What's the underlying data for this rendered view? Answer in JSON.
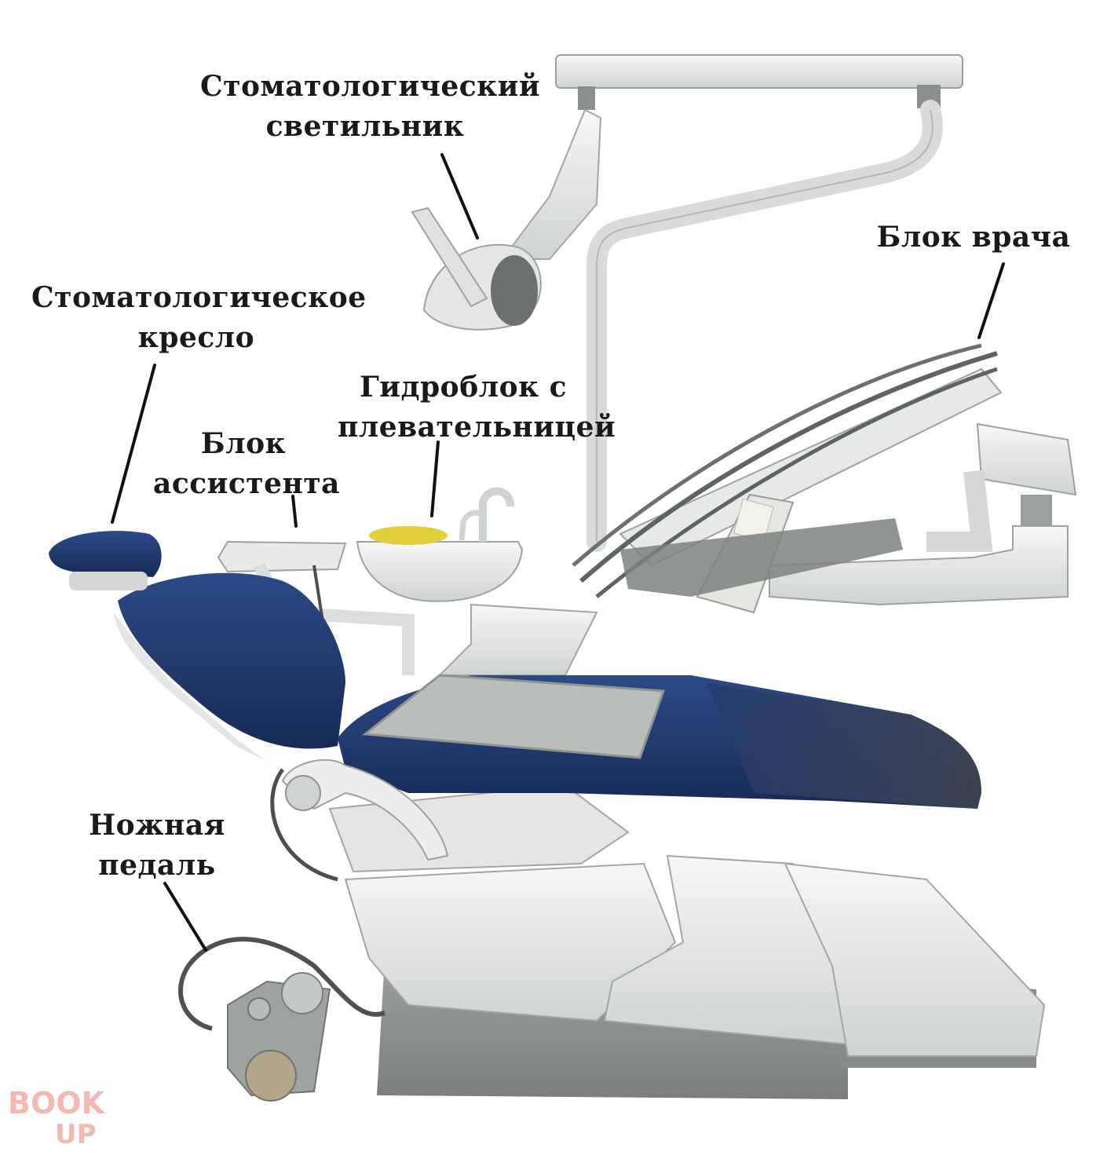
{
  "labels": {
    "lamp": {
      "line1": "Стоматологический",
      "line2": "светильник"
    },
    "chair": {
      "line1": "Стоматологическое",
      "line2": "кресло"
    },
    "doctor_unit": {
      "line1": "Блок врача"
    },
    "hydro_unit": {
      "line1": "Гидроблок с",
      "line2": "плевательницей"
    },
    "assistant_unit": {
      "line1": "Блок",
      "line2": "ассистента"
    },
    "foot_pedal": {
      "line1": "Ножная",
      "line2": "педаль"
    }
  },
  "logo": {
    "top": "BOOK",
    "bottom": "UP"
  },
  "colors": {
    "upholstery": "#1f3566",
    "upholstery_dark": "#3a4150",
    "body": "#e9ebe9",
    "base": "#8e9290",
    "tray": "#b7bcb9",
    "label_text": "#1a1a1a",
    "logo": "#f4b8b0"
  }
}
